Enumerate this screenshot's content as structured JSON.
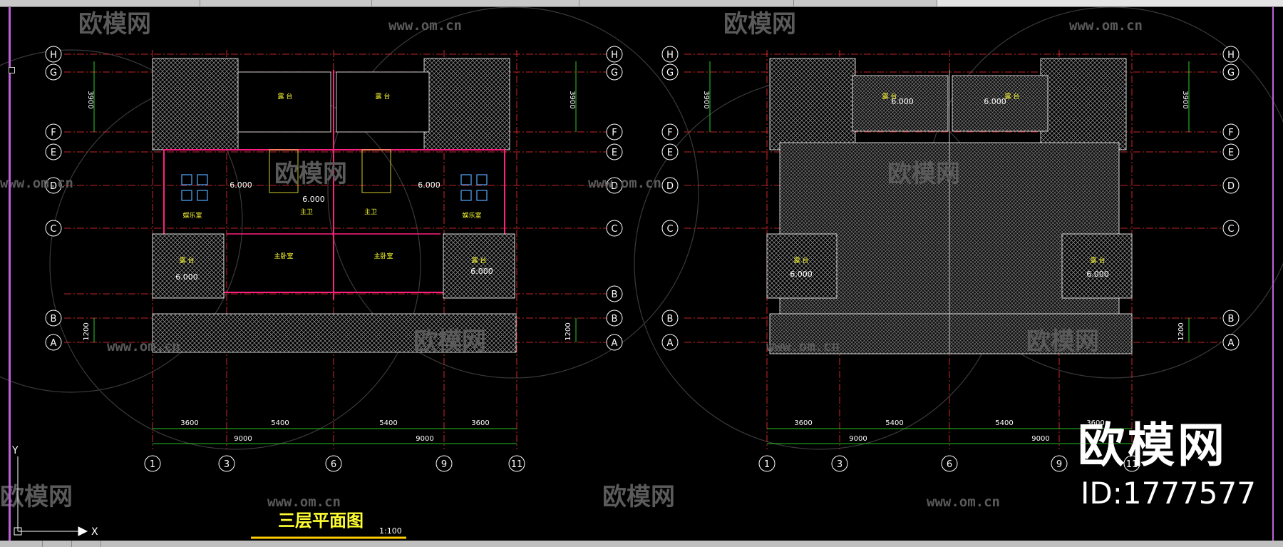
{
  "toolbar": {
    "segments": [
      {
        "label": "",
        "active": false
      },
      {
        "label": "",
        "active": false
      },
      {
        "label": "",
        "active": false
      },
      {
        "label": "",
        "active": false
      },
      {
        "label": "",
        "active": false
      },
      {
        "label": "",
        "active": true
      }
    ]
  },
  "drawing": {
    "title": "三层平面图",
    "scale": "1:100",
    "grid_rows": [
      "H",
      "G",
      "F",
      "E",
      "D",
      "C",
      "B",
      "B",
      "A"
    ],
    "grid_cols": [
      "1",
      "3",
      "6",
      "9",
      "11"
    ],
    "dims_top": [
      "3600",
      "5400",
      "5400",
      "3600"
    ],
    "dims_bottom": [
      "9000",
      "9000"
    ],
    "dim_vertical_upper": "3900",
    "dim_vertical_lower": "1200",
    "left_plan": {
      "rooms": [
        {
          "label": "露 台",
          "id": "terrace-north-left"
        },
        {
          "label": "露 台",
          "id": "terrace-north-right"
        },
        {
          "label": "娱乐室",
          "id": "recreation-left"
        },
        {
          "label": "娱乐室",
          "id": "recreation-right"
        },
        {
          "label": "主卫",
          "id": "bath-left"
        },
        {
          "label": "主卫",
          "id": "bath-right"
        },
        {
          "label": "主卧室",
          "id": "bedroom-left"
        },
        {
          "label": "主卧室",
          "id": "bedroom-right"
        },
        {
          "label": "露 台",
          "id": "terrace-south-left"
        },
        {
          "label": "露 台",
          "id": "terrace-south-right"
        }
      ],
      "elevations": [
        "6.000",
        "6.000",
        "6.000",
        "6.000",
        "6.000"
      ]
    },
    "right_plan": {
      "rooms": [
        {
          "label": "露 台",
          "id": "roof-terrace-left"
        },
        {
          "label": "露 台",
          "id": "roof-terrace-right"
        },
        {
          "label": "露 台",
          "id": "roof-terrace-sw"
        },
        {
          "label": "露 台",
          "id": "roof-terrace-se"
        }
      ],
      "elevations": [
        "6.000",
        "6.000",
        "6.000",
        "6.000"
      ]
    }
  },
  "watermark": {
    "logo_text": "欧模网",
    "url_text": "www.om.cn"
  },
  "brand": {
    "main": "欧模网",
    "id": "ID:1777577"
  },
  "axis_icon": {
    "x": "X",
    "y": "Y"
  },
  "status": {
    "segments": [
      "",
      "",
      ""
    ]
  },
  "colors": {
    "background": "#000000",
    "grid_line": "#ff3030",
    "dim_line": "#33ff33",
    "wall": "#ff2080",
    "text": "#ffffff",
    "title": "#ffff33",
    "hatch": "#ffffff",
    "viewport_border": "#c060d8"
  }
}
